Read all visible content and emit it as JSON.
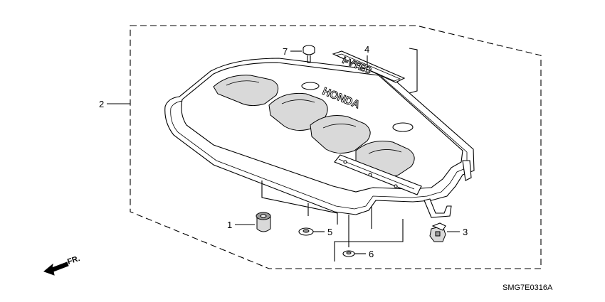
{
  "diagram": {
    "drawing_code": "SMG7E0316A",
    "direction_label": "FR.",
    "cover_emblem_text": "HONDA",
    "badge_text": "i-VTEC",
    "callouts": [
      {
        "id": "1",
        "label": "1"
      },
      {
        "id": "2",
        "label": "2"
      },
      {
        "id": "3",
        "label": "3"
      },
      {
        "id": "4",
        "label": "4"
      },
      {
        "id": "5",
        "label": "5"
      },
      {
        "id": "6",
        "label": "6"
      },
      {
        "id": "7",
        "label": "7"
      }
    ]
  }
}
